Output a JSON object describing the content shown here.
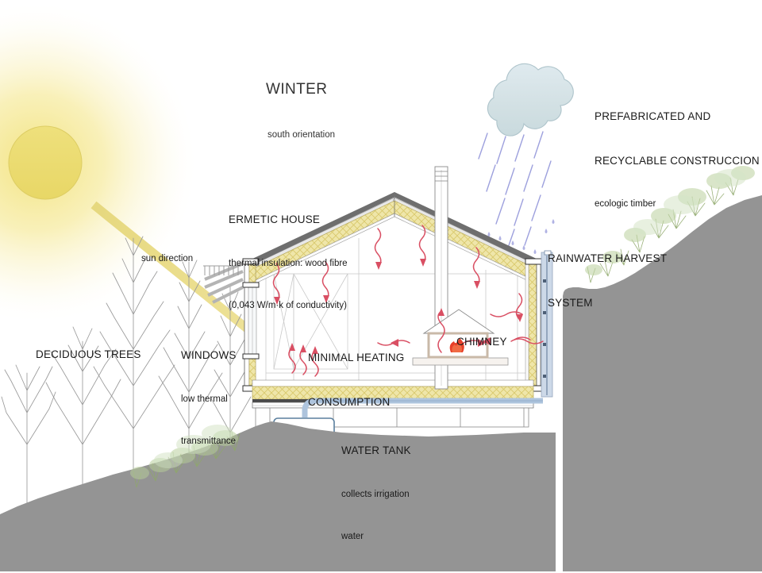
{
  "diagram": {
    "type": "architectural-section",
    "season_title": "WINTER",
    "season_subtitle": "south orientation",
    "background": "#ffffff",
    "terrain_color": "#949494",
    "insulation_color": "#efe5a8",
    "sun_color": "#ebdc6e",
    "water_color": "#c5d5ea",
    "heat_arrow_color": "#d94f63",
    "rain_color": "#8d90d8"
  },
  "labels": {
    "title": {
      "head": "WINTER",
      "sub": "south orientation"
    },
    "prefab": {
      "line1": "PREFABRICATED AND",
      "line2": "RECYCLABLE CONSTRUCCION SYSTEM",
      "line3": "ecologic timber"
    },
    "ermetic": {
      "line1": "ERMETIC HOUSE",
      "line2": "thermal insulation: wood fibre",
      "line3": "(0,043 W/m·k of conductivity)"
    },
    "rainwater": {
      "line1": "RAINWATER HARVEST",
      "line2": "SYSTEM"
    },
    "sun_direction": "sun direction",
    "deciduous": "DECIDUOUS TREES",
    "windows": {
      "line1": "WINDOWS",
      "line2": "low thermal",
      "line3": "transmittance"
    },
    "minimal_heating": {
      "line1": "MINIMAL HEATING",
      "line2": "CONSUMPTION"
    },
    "chimney": "CHIMNEY",
    "water_tank": {
      "line1": "WATER TANK",
      "line2": "collects irrigation",
      "line3": "water"
    }
  }
}
